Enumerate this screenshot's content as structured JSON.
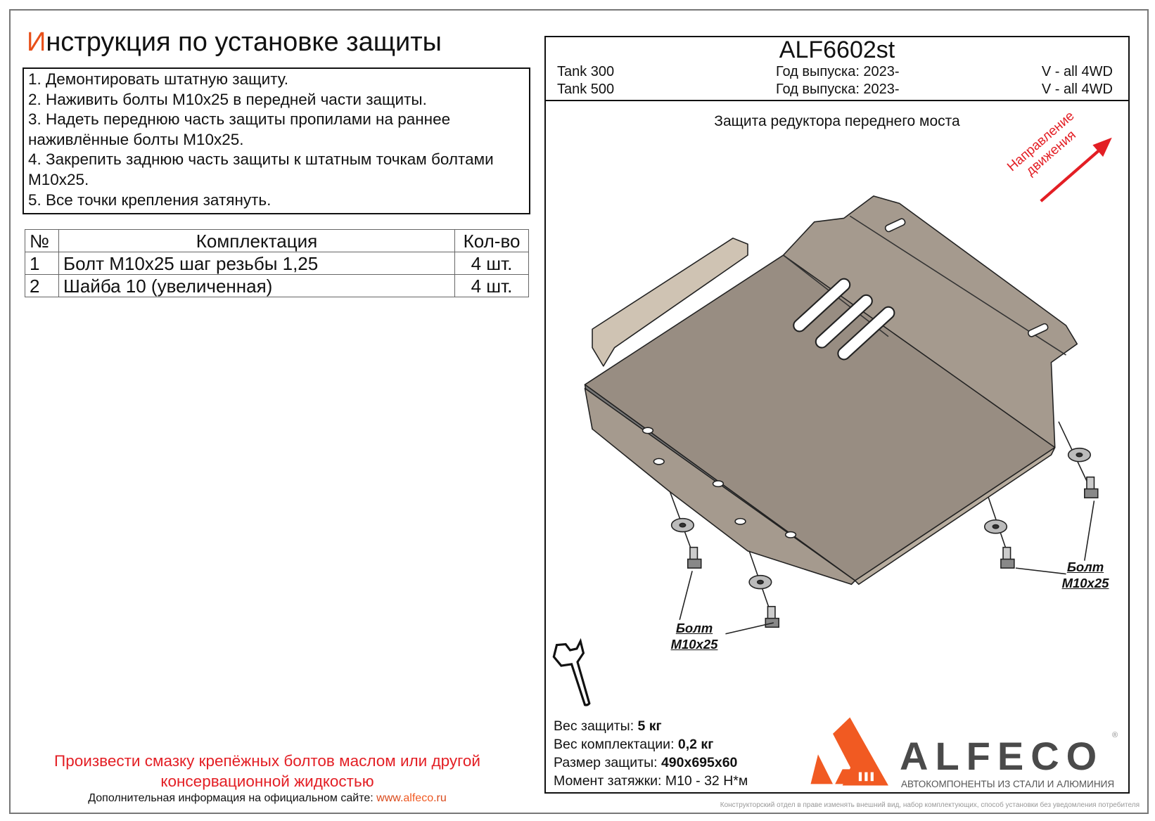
{
  "instructions": {
    "title_first_letter": "И",
    "title_rest": "нструкция по установке защиты",
    "steps": [
      "1. Демонтировать штатную защиту.",
      "2. Наживить болты М10х25 в передней части защиты.",
      "3. Надеть переднюю часть защиты пропилами на раннее",
      "наживлённые болты М10х25.",
      "4. Закрепить заднюю часть защиты к штатным точкам болтами",
      "М10х25.",
      "5. Все точки крепления затянуть."
    ]
  },
  "kit_table": {
    "headers": [
      "№",
      "Комплектация",
      "Кол-во"
    ],
    "rows": [
      {
        "no": "1",
        "item": "Болт М10х25 шаг резьбы 1,25",
        "qty": "4 шт."
      },
      {
        "no": "2",
        "item": "Шайба 10 (увеличенная)",
        "qty": "4 шт."
      }
    ]
  },
  "product": {
    "code": "ALF6602st",
    "vehicles": [
      {
        "model": "Tank 300",
        "year": "Год выпуска: 2023-",
        "engine": "V - all 4WD"
      },
      {
        "model": "Tank 500",
        "year": "Год выпуска: 2023-",
        "engine": "V - all 4WD"
      }
    ],
    "subtitle": "Защита редуктора переднего моста",
    "direction_line1": "Направление",
    "direction_line2": "движения",
    "bolt_label_line1": "Болт",
    "bolt_label_line2": "М10х25"
  },
  "specs": [
    {
      "label": "Вес защиты: ",
      "value": "5 кг"
    },
    {
      "label": "Вес комплектации: ",
      "value": "0,2 кг"
    },
    {
      "label": "Размер защиты: ",
      "value": "490х695х60"
    },
    {
      "label": "Момент затяжки: ",
      "value": " М10 - 32 Н*м"
    }
  ],
  "footer": {
    "warning_line1": "Произвести смазку крепёжных болтов маслом или другой",
    "warning_line2": "консервационной жидкостью",
    "site_label": "Дополнительная информация на официальном сайте: ",
    "site_url_prefix": "www.",
    "site_url_domain": "alfeco",
    "site_url_suffix": ".ru",
    "disclaimer": "Конструкторский отдел в праве изменять внешний вид, набор комплектующих, способ установки без уведомления потребителя"
  },
  "brand": {
    "name": "ALFECO",
    "registered": "®",
    "tagline": "АВТОКОМПОНЕНТЫ ИЗ СТАЛИ И АЛЮМИНИЯ",
    "orange": "#f15a22",
    "gray": "#4a4a4a"
  }
}
